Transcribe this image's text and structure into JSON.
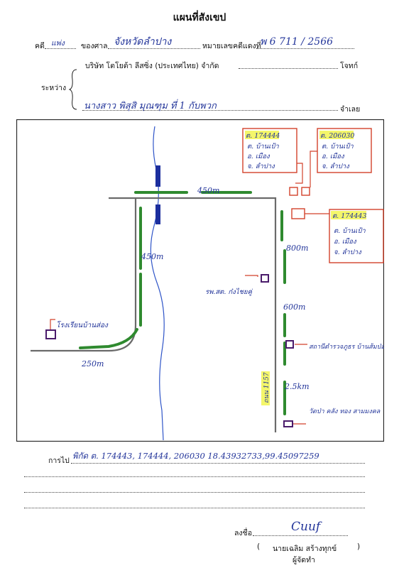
{
  "header": {
    "title": "แผนที่สังเขป",
    "case_label": "คดี",
    "case_type": "แพ่ง",
    "court_label": "ของศาล",
    "court_name": "จังหวัดลำปาง",
    "black_case_label": "หมายเลขคดีแดงที่",
    "black_case_number": "พ 6 711 / 2566"
  },
  "parties": {
    "between_label": "ระหว่าง",
    "plaintiff": "บริษัท โตโยต้า ลีสซิ่ง (ประเทศไทย) จำกัด",
    "plaintiff_role": "โจทก์",
    "defendant": "นางสาว พิสุสิ  มุณฑุม  ที่ 1 กับพวก",
    "defendant_role": "จำเลย"
  },
  "map": {
    "road_top": "450m",
    "road_left": "450m",
    "road_bottom_left": "250m",
    "road_right_1": "800m",
    "road_right_2": "600m",
    "road_right_3": "2.5km",
    "road_vertical_sign": "ถนน 1157",
    "landmark_left": "โรงเรียนบ้านส่อง",
    "landmark_hospital": "รพ.สต. ก๋งไชยคู่",
    "landmark_office": "สถานีตำรวจภูธร บ้านส้มป่อย",
    "landmark_temple": "วัดป่า คลัง ทอง สามมงคล",
    "parcels": [
      {
        "deed": "ต. 174444",
        "subdistrict": "ต. บ้านเป้า",
        "district": "อ. เมือง",
        "province": "จ. ลำปาง"
      },
      {
        "deed": "ต. 206030",
        "subdistrict": "ต. บ้านเป้า",
        "district": "อ. เมือง",
        "province": "จ. ลำปาง"
      },
      {
        "deed": "ต. 174443",
        "subdistrict": "ต. บ้านเป้า",
        "district": "อ. เมือง",
        "province": "จ. ลำปาง"
      }
    ]
  },
  "directions": {
    "label": "การไป",
    "text": "พิกัด ต. 174443, 174444, 206030  18.43932733,99.45097259"
  },
  "signature": {
    "sign_label": "ลงชื่อ",
    "signature_scribble": "Cuuf",
    "name": "นายเฉลิม  สร้างทุกข์",
    "paren_open": "(",
    "paren_close": ")",
    "role": "ผู้จัดทำ"
  },
  "colors": {
    "ink": "#23359a",
    "red": "#d2422b",
    "green": "#2f8a2f",
    "road": "#6a6a6a",
    "river": "#2f55c8",
    "highlight": "#f4f66a",
    "purple": "#4a1b6b"
  }
}
